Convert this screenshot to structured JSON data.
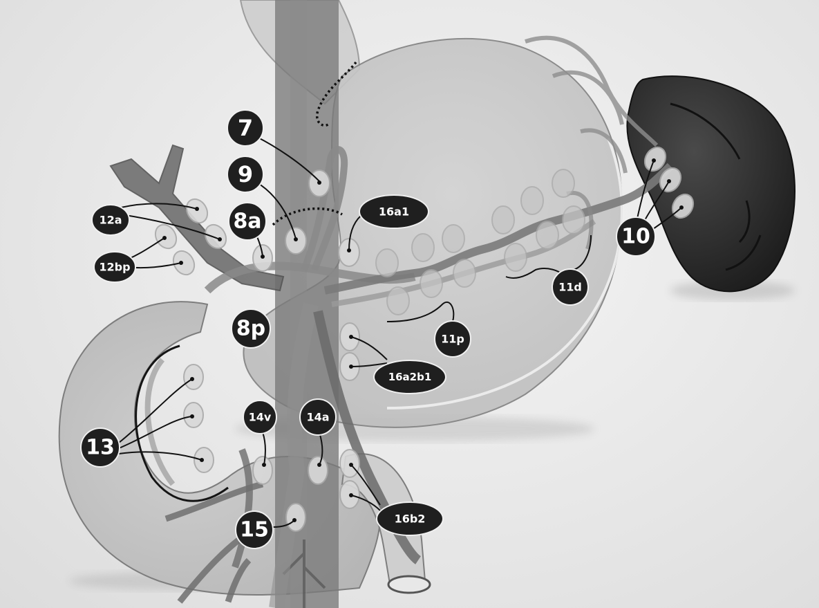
{
  "labels": {
    "n7": "7",
    "n9": "9",
    "n8a": "8a",
    "n8p": "8p",
    "n12a": "12a",
    "n12bp": "12bp",
    "n16a1": "16a1",
    "n10": "10",
    "n11d": "11d",
    "n11p": "11p",
    "n16a2b1": "16a2b1",
    "n13": "13",
    "n14v": "14v",
    "n14a": "14a",
    "n15": "15",
    "n16b2": "16b2"
  },
  "colors": {
    "label_fill": "#1f1f1f",
    "organ_fill": "#c9c9c9",
    "spleen_fill": "#2a2a2a",
    "vessel_dark": "#6b6b6b",
    "vessel_light": "#9a9a9a",
    "node_fill": "#d6d6d6"
  }
}
